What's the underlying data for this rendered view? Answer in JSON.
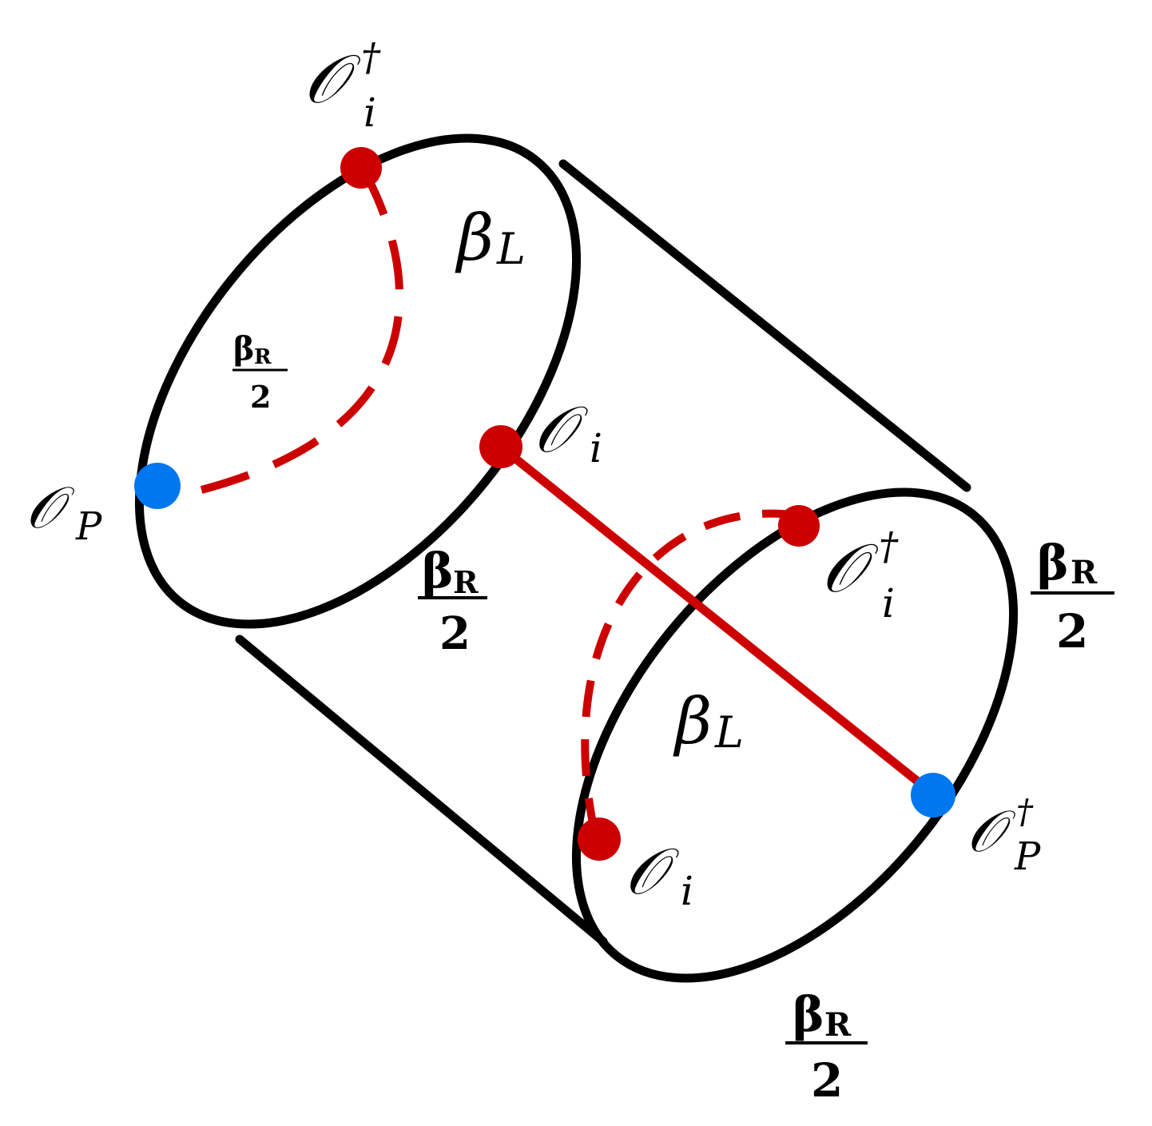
{
  "colors": {
    "outline": "#000000",
    "path": "#cc0000",
    "insertion_red": "#cc0000",
    "insertion_blue": "#0077ee",
    "background": "#ffffff"
  },
  "symbols": {
    "operator": "𝒪",
    "dagger": "†",
    "beta": "β"
  },
  "labels": {
    "top_left_op": {
      "base": "𝒪",
      "sub": "i",
      "sup": "†"
    },
    "left_op": {
      "base": "𝒪",
      "sub": "P"
    },
    "center_op": {
      "base": "𝒪",
      "sub": "i"
    },
    "beta_L_left": {
      "base": "β",
      "sub": "L"
    },
    "beta_L_right": {
      "base": "β",
      "sub": "L"
    },
    "right_top_op": {
      "base": "𝒪",
      "sub": "i",
      "sup": "†"
    },
    "bottom_op": {
      "base": "𝒪",
      "sub": "i"
    },
    "right_op": {
      "base": "𝒪",
      "sub": "P",
      "sup": "†"
    },
    "frac_inner_left": {
      "num_base": "β",
      "num_sub": "R",
      "den": "2"
    },
    "frac_middle": {
      "num_base": "β",
      "num_sub": "R",
      "den": "2"
    },
    "frac_right": {
      "num_base": "β",
      "num_sub": "R",
      "den": "2"
    },
    "frac_bottom": {
      "num_base": "β",
      "num_sub": "R",
      "den": "2"
    }
  }
}
